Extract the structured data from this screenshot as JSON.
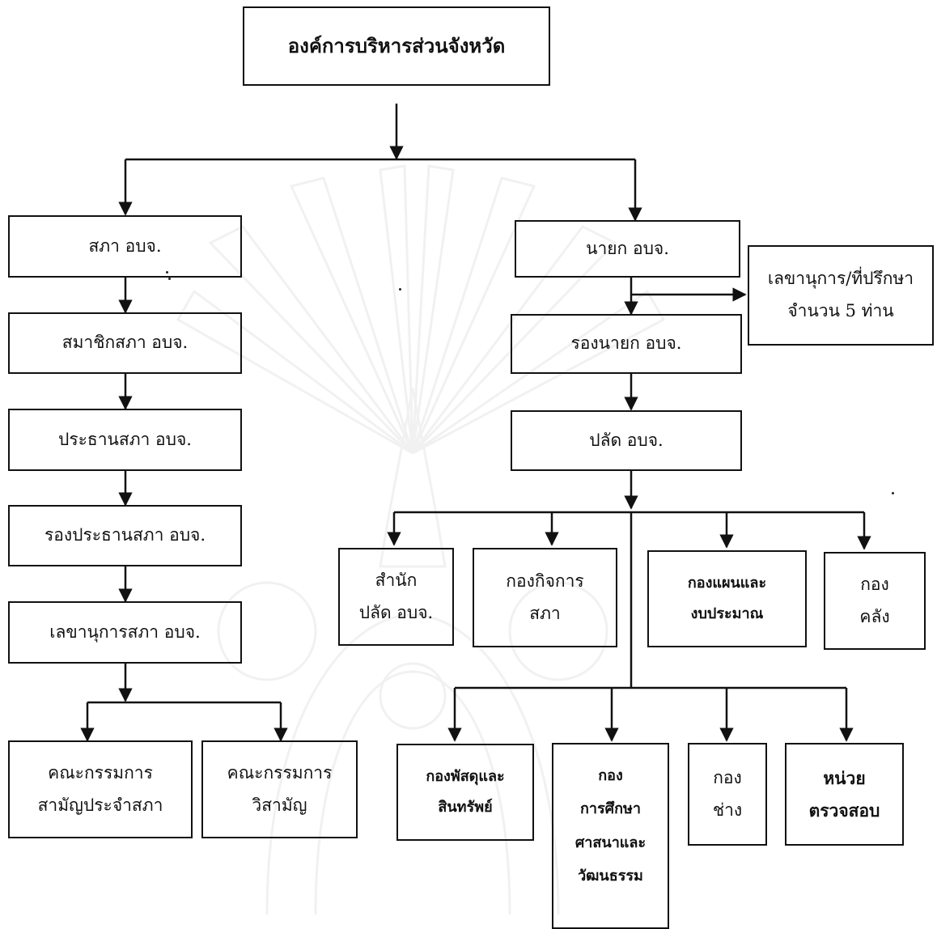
{
  "root": {
    "label": "องค์การบริหารส่วนจังหวัด"
  },
  "council_branch": {
    "council": "สภา อบจ.",
    "members": "สมาชิกสภา อบจ.",
    "chair": "ประธานสภา อบจ.",
    "vice_chair": "รองประธานสภา อบจ.",
    "secretary": "เลขานุการสภา อบจ.",
    "committee_standing": [
      "คณะกรรมการ",
      "สามัญประจำสภา"
    ],
    "committee_adhoc": [
      "คณะกรรมการ",
      "วิสามัญ"
    ]
  },
  "executive_branch": {
    "mayor": "นายก อบจ.",
    "advisors": [
      "เลขานุการ/ที่ปรึกษา",
      "จำนวน 5 ท่าน"
    ],
    "deputy": "รองนายก อบจ.",
    "clerk": "ปลัด อบจ."
  },
  "departments_row1": [
    {
      "lines": [
        "สำนัก",
        "ปลัด อบจ."
      ]
    },
    {
      "lines": [
        "กองกิจการ",
        "สภา"
      ]
    },
    {
      "lines": [
        "กองแผนและ",
        "งบประมาณ"
      ]
    },
    {
      "lines": [
        "กอง",
        "คลัง"
      ]
    }
  ],
  "departments_row2": [
    {
      "lines": [
        "กองพัสดุและ",
        "สินทรัพย์"
      ]
    },
    {
      "lines": [
        "กอง",
        "การศึกษา",
        "ศาสนาและ",
        "วัฒนธรรม"
      ]
    },
    {
      "lines": [
        "กอง",
        "ช่าง"
      ]
    },
    {
      "lines": [
        "หน่วย",
        "ตรวจสอบ"
      ]
    }
  ],
  "colors": {
    "line": "#111111",
    "watermark": "#9a9a9a"
  }
}
